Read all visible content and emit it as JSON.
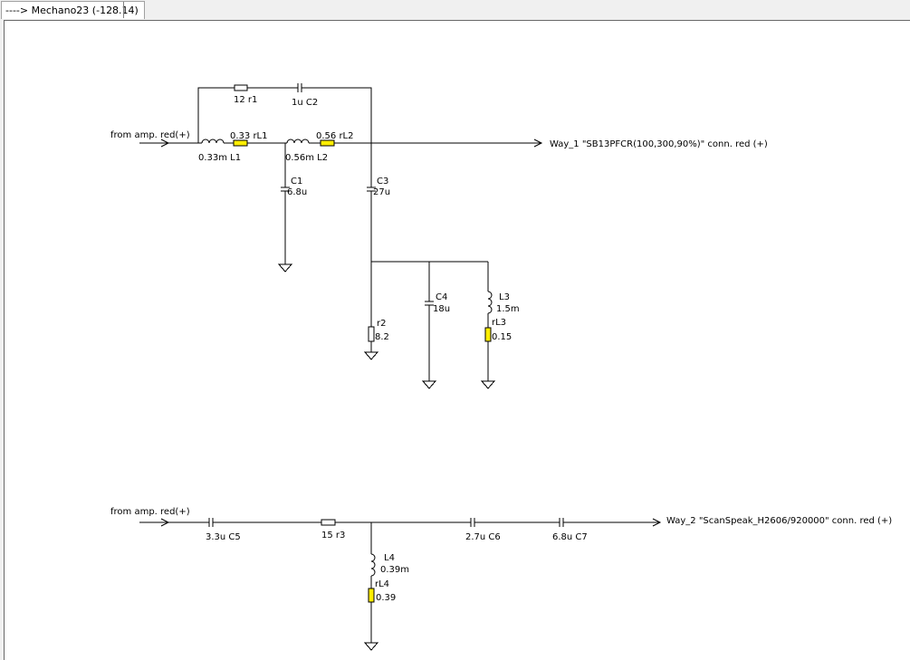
{
  "tab": {
    "label": "----> Mechano23 (-128.14)"
  },
  "way1": {
    "input_label": "from amp. red(+)",
    "output_label": "Way_1 \"SB13PFCR(100,300,90%)\" conn. red (+)",
    "r1": "12 r1",
    "c2": "1u C2",
    "l1": "0.33m L1",
    "rl1": "0.33 rL1",
    "l2": "0.56m L2",
    "rl2": "0.56 rL2",
    "c1_name": "C1",
    "c1_val": "6.8u",
    "c3_name": "C3",
    "c3_val": "27u",
    "r2_name": "r2",
    "r2_val": "8.2",
    "c4_name": "C4",
    "c4_val": "18u",
    "l3_name": "L3",
    "l3_val": "1.5m",
    "rl3_name": "rL3",
    "rl3_val": "0.15"
  },
  "way2": {
    "input_label": "from amp. red(+)",
    "output_label": "Way_2 \"ScanSpeak_H2606/920000\" conn. red (+)",
    "c5": "3.3u C5",
    "r3": "15 r3",
    "c6": "2.7u C6",
    "c7": "6.8u C7",
    "l4_name": "L4",
    "l4_val": "0.39m",
    "rl4_name": "rL4",
    "rl4_val": "0.39"
  },
  "colors": {
    "wire": "#000000",
    "yellow_resistor": "#ffee00",
    "canvas": "#ffffff",
    "chrome": "#f0f0f0"
  }
}
